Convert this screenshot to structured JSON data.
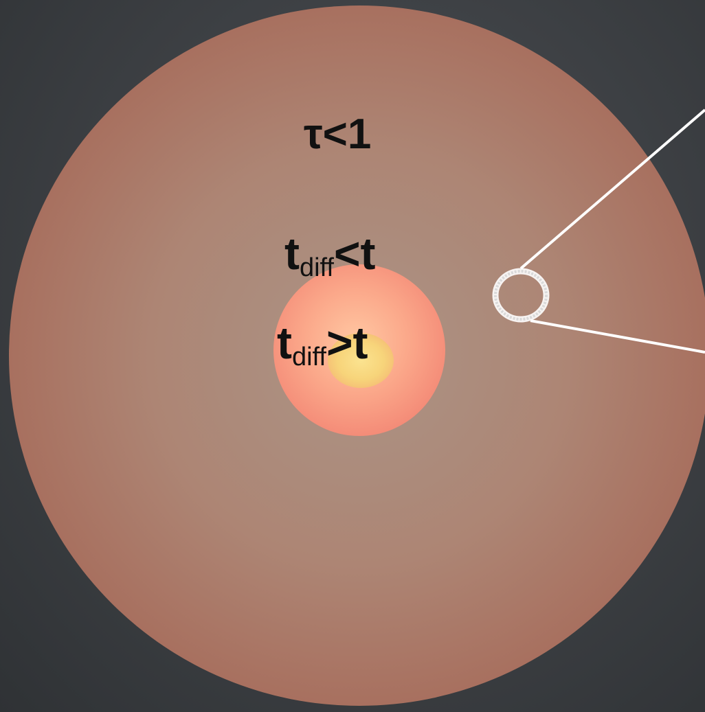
{
  "labels": {
    "tau": "τ<1",
    "outer_base": "t",
    "outer_sub": "diff",
    "outer_rest": "<t",
    "inner_base": "t",
    "inner_sub": "diff",
    "inner_rest": ">t"
  },
  "colors": {
    "outer_sphere_edge": "#a8705f",
    "outer_sphere_center": "#ab9486",
    "core_edge": "#f48f7a",
    "core_center": "#ffb796",
    "kernel": "#f6d67c",
    "marker": "#ffffff",
    "background": "#3a3d41"
  }
}
